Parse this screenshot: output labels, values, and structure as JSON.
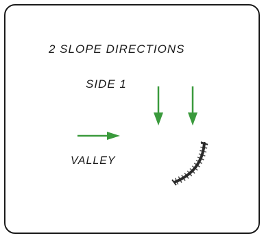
{
  "title": "2 SLOPE DIRECTIONS",
  "side_label": "SIDE 1",
  "valley_label": "VALLEY",
  "colors": {
    "arrow": "#3a9a3c",
    "line": "#1a1a1a",
    "valley_mark": "#2a2a2a"
  },
  "icons": [
    "arrow-down-icon",
    "arrow-down-icon",
    "arrow-right-icon",
    "valley-line-icon"
  ]
}
